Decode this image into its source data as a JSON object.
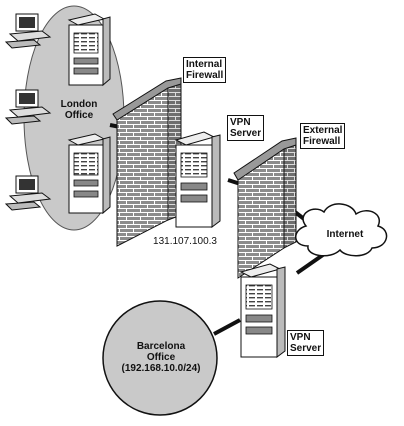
{
  "sites": {
    "london": {
      "label": "London\nOffice"
    },
    "barcelona": {
      "label": "Barcelona\nOffice\n(192.168.10.0/24)"
    }
  },
  "devices": {
    "internal_firewall": {
      "label": "Internal\nFirewall"
    },
    "external_firewall": {
      "label": "External\nFirewall"
    },
    "vpn_server_london": {
      "label": "VPN\nServer",
      "ip": "131.107.100.3"
    },
    "vpn_server_barcelona": {
      "label": "VPN\nServer"
    }
  },
  "network": {
    "internet": {
      "label": "Internet"
    }
  },
  "colors": {
    "site_fill": "#c9c9c9",
    "ink": "#111111",
    "paper": "#ffffff",
    "brick_mortar": "#ffffff"
  }
}
